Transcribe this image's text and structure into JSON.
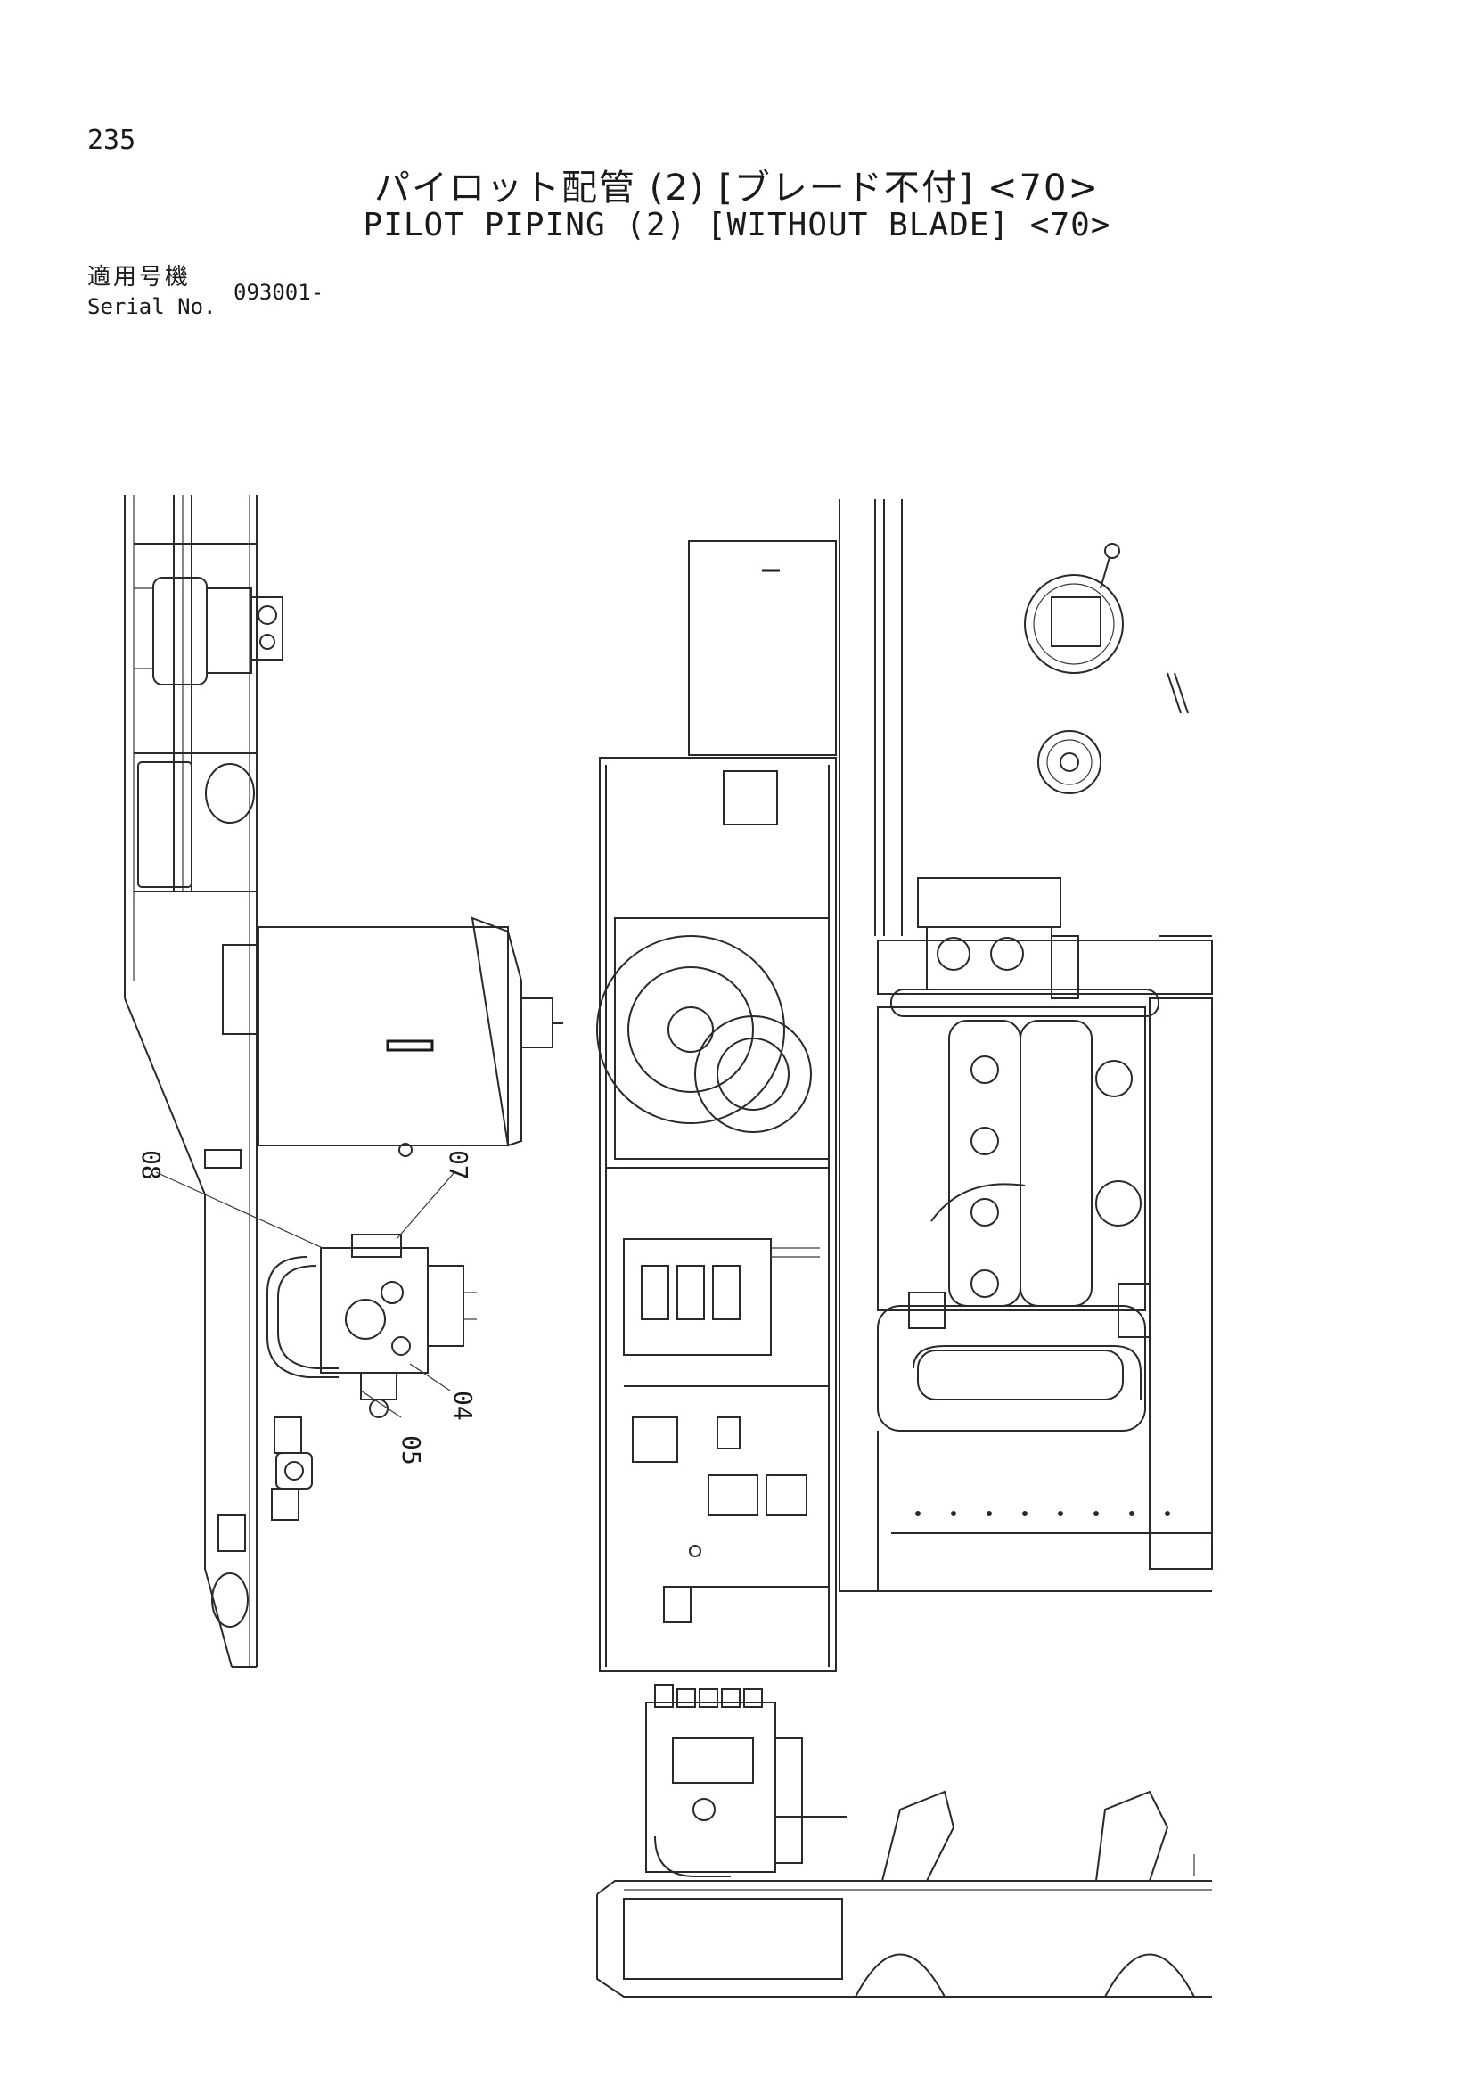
{
  "page": {
    "number": "235",
    "title_jp": "パイロット配管 (2) [ブレード不付] <70>",
    "title_en": "PILOT PIPING (2) [WITHOUT BLADE] <70>"
  },
  "serial": {
    "label_jp": "適用号機",
    "label_en": "Serial No.",
    "value": "093001-"
  },
  "callouts": [
    "08",
    "07",
    "04",
    "05"
  ]
}
